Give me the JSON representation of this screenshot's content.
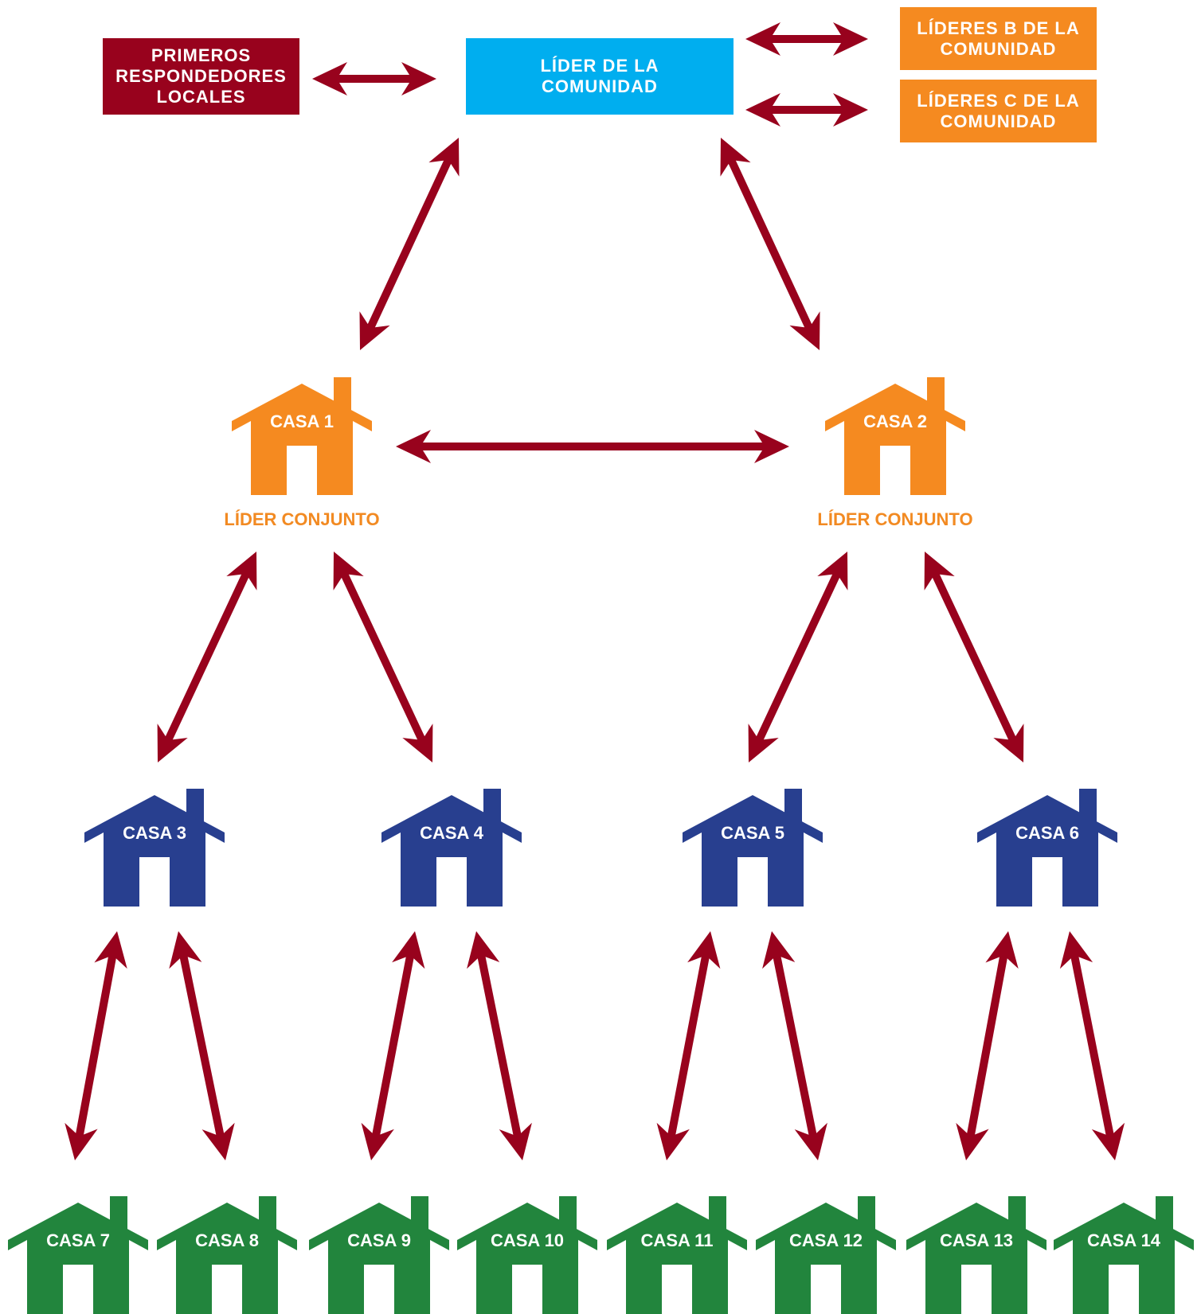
{
  "colors": {
    "arrow": "#98021d",
    "responders": "#98021d",
    "community_leader": "#00aeef",
    "other_leaders": "#f58a20",
    "leader_house": "#f58a20",
    "house_level2": "#283f8f",
    "house_level3": "#22853d",
    "house_label_text": "#ffffff"
  },
  "top": {
    "responders_label": "PRIMEROS\nRESPONDEDORES\nLOCALES",
    "community_leader_label": "LÍDER DE LA\nCOMUNIDAD",
    "leaders_b_label": "LÍDERES B DE LA\nCOMUNIDAD",
    "leaders_c_label": "LÍDERES C DE LA\nCOMUNIDAD"
  },
  "leader_houses": [
    {
      "label": "CASA 1",
      "caption": "LÍDER CONJUNTO"
    },
    {
      "label": "CASA 2",
      "caption": "LÍDER CONJUNTO"
    }
  ],
  "level2_houses": [
    {
      "label": "CASA 3"
    },
    {
      "label": "CASA 4"
    },
    {
      "label": "CASA 5"
    },
    {
      "label": "CASA 6"
    }
  ],
  "level3_houses": [
    {
      "label": "CASA 7"
    },
    {
      "label": "CASA 8"
    },
    {
      "label": "CASA 9"
    },
    {
      "label": "CASA 10"
    },
    {
      "label": "CASA 11"
    },
    {
      "label": "CASA 12"
    },
    {
      "label": "CASA 13"
    },
    {
      "label": "CASA 14"
    }
  ]
}
